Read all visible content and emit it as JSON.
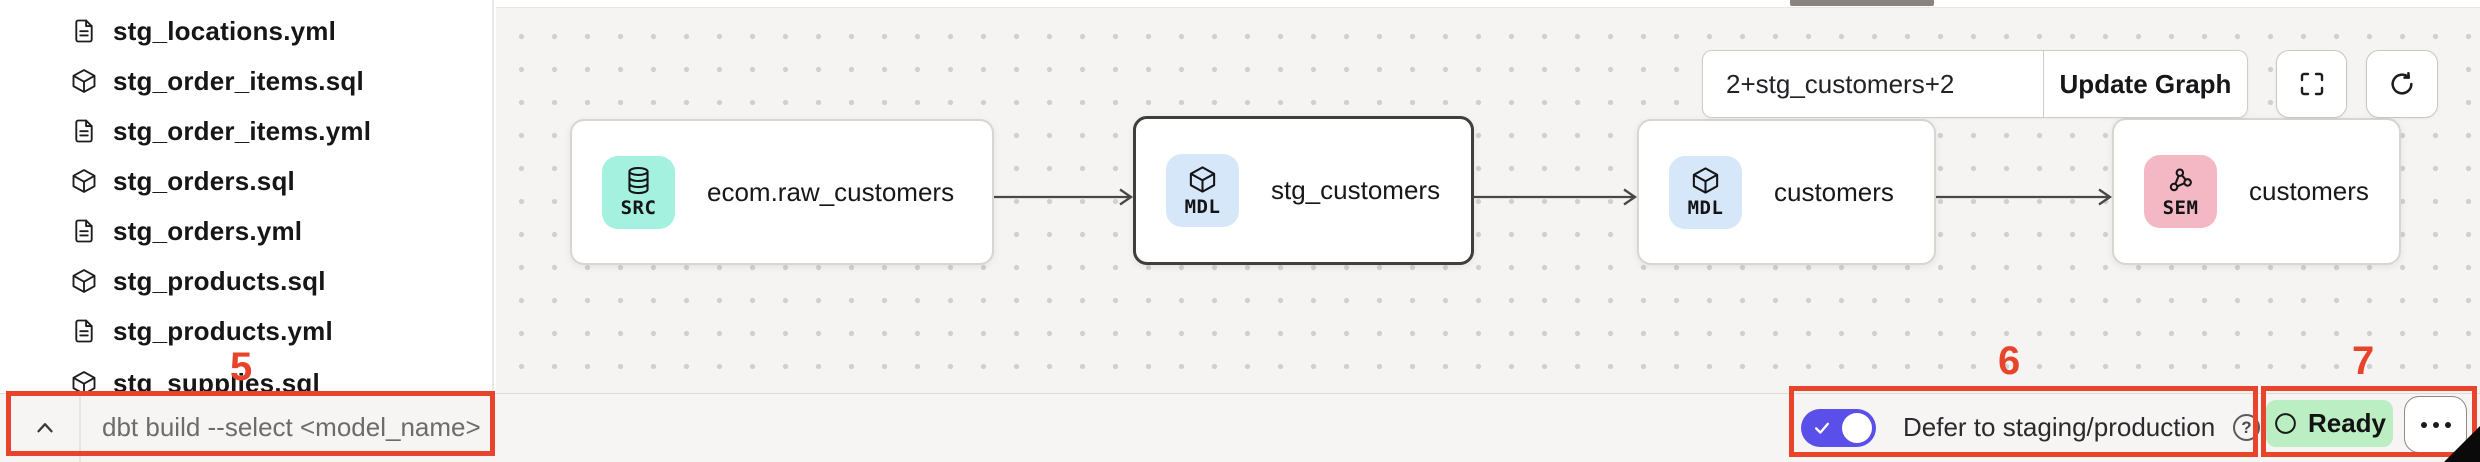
{
  "sidebar": {
    "files": [
      {
        "name": "stg_locations.yml",
        "icon": "file-doc-icon"
      },
      {
        "name": "stg_order_items.sql",
        "icon": "model-cube-icon"
      },
      {
        "name": "stg_order_items.yml",
        "icon": "file-doc-icon"
      },
      {
        "name": "stg_orders.sql",
        "icon": "model-cube-icon"
      },
      {
        "name": "stg_orders.yml",
        "icon": "file-doc-icon"
      },
      {
        "name": "stg_products.sql",
        "icon": "model-cube-icon"
      },
      {
        "name": "stg_products.yml",
        "icon": "file-doc-icon"
      },
      {
        "name": "stg_supplies.sql",
        "icon": "model-cube-icon",
        "partially_visible": true
      }
    ]
  },
  "lineage": {
    "selector_value": "2+stg_customers+2",
    "update_graph_label": "Update Graph",
    "nodes": [
      {
        "type": "SRC",
        "label": "ecom.raw_customers",
        "icon": "database-icon",
        "selected": false
      },
      {
        "type": "MDL",
        "label": "stg_customers",
        "icon": "cube-icon",
        "selected": true
      },
      {
        "type": "MDL",
        "label": "customers",
        "icon": "cube-icon",
        "selected": false
      },
      {
        "type": "SEM",
        "label": "customers",
        "icon": "semantic-icon",
        "selected": false
      }
    ],
    "edges": [
      [
        0,
        1
      ],
      [
        1,
        2
      ],
      [
        2,
        3
      ]
    ]
  },
  "command_bar": {
    "placeholder": "dbt build --select <model_name>"
  },
  "defer": {
    "label": "Defer to staging/production",
    "toggle_on": true
  },
  "status": {
    "label": "Ready"
  },
  "annotations": {
    "label_5": "5",
    "label_6": "6",
    "label_7": "7"
  },
  "colors": {
    "badge_src": "#A3F1DE",
    "badge_mdl": "#D6E7FA",
    "badge_sem": "#F4B8C5",
    "selected_node_border": "#3E3E3E",
    "toggle_on": "#5B4FE9",
    "ready_bg": "#BCEEC3",
    "annotation_red": "#E8432B"
  }
}
